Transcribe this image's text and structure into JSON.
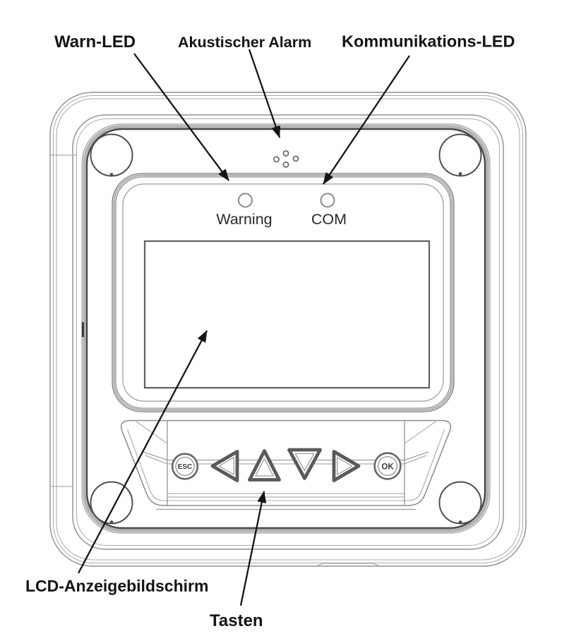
{
  "figure": {
    "type": "device-front-panel-diagram",
    "background": "#ffffff",
    "line_color": "#8a8a8a",
    "dark_line_color": "#474747",
    "arrow_color": "#151515",
    "text_color": "#141414"
  },
  "callouts": {
    "warn_led": "Warn-LED",
    "acoustic_alarm": "Akustischer Alarm",
    "communication_led": "Kommunikations-LED",
    "lcd_screen": "LCD-Anzeigebildschirm",
    "keys": "Tasten"
  },
  "device": {
    "warning_led_label": "Warning",
    "com_led_label": "COM",
    "esc_button_label": "ESC",
    "ok_button_label": "OK"
  }
}
